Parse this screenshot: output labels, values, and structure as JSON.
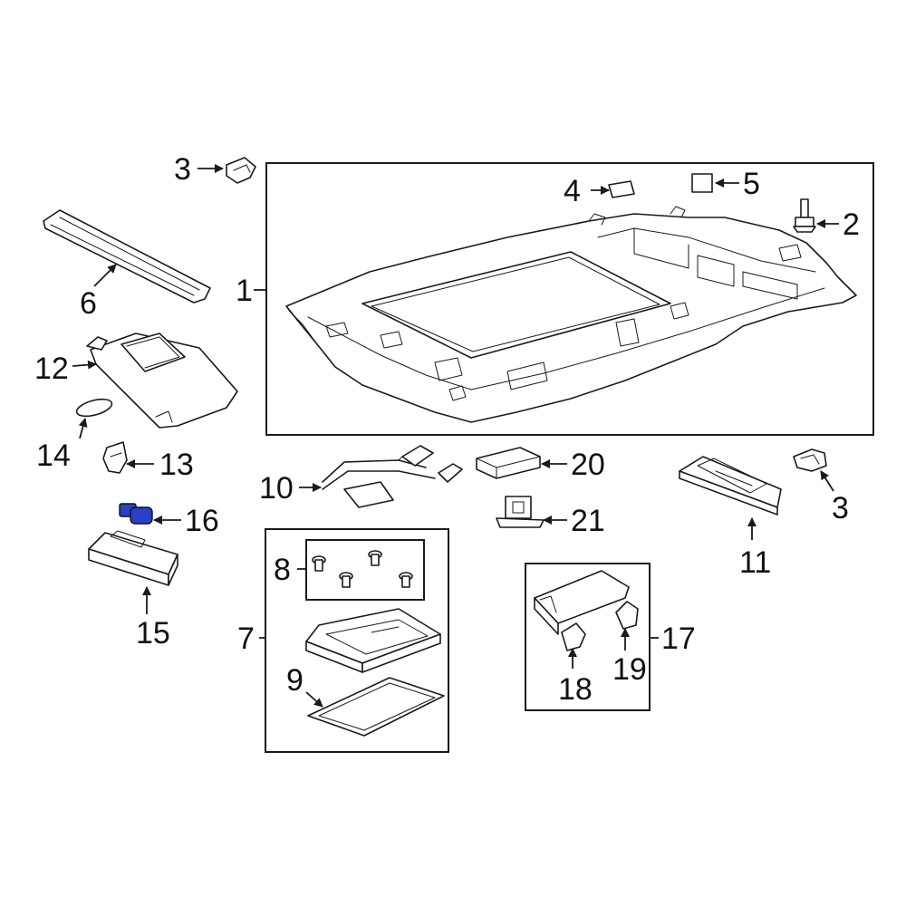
{
  "diagram": {
    "highlight_color": "#2b3fc6",
    "callouts": [
      {
        "id": "c1",
        "label": "1"
      },
      {
        "id": "c2",
        "label": "2"
      },
      {
        "id": "c3a",
        "label": "3"
      },
      {
        "id": "c3b",
        "label": "3"
      },
      {
        "id": "c4",
        "label": "4"
      },
      {
        "id": "c5",
        "label": "5"
      },
      {
        "id": "c6",
        "label": "6"
      },
      {
        "id": "c7",
        "label": "7"
      },
      {
        "id": "c8",
        "label": "8"
      },
      {
        "id": "c9",
        "label": "9"
      },
      {
        "id": "c10",
        "label": "10"
      },
      {
        "id": "c11",
        "label": "11"
      },
      {
        "id": "c12",
        "label": "12"
      },
      {
        "id": "c13",
        "label": "13"
      },
      {
        "id": "c14",
        "label": "14"
      },
      {
        "id": "c15",
        "label": "15"
      },
      {
        "id": "c16",
        "label": "16"
      },
      {
        "id": "c17",
        "label": "17"
      },
      {
        "id": "c18",
        "label": "18"
      },
      {
        "id": "c19",
        "label": "19"
      },
      {
        "id": "c20",
        "label": "20"
      },
      {
        "id": "c21",
        "label": "21"
      }
    ]
  }
}
